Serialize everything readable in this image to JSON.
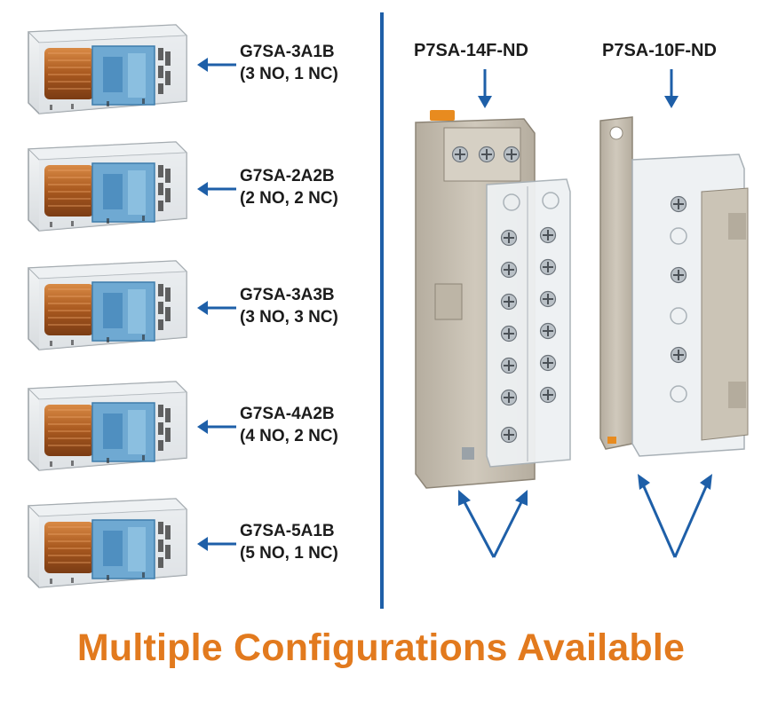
{
  "relays": [
    {
      "model": "G7SA-3A1B",
      "config": "(3 NO, 1 NC)"
    },
    {
      "model": "G7SA-2A2B",
      "config": "(2 NO, 2 NC)"
    },
    {
      "model": "G7SA-3A3B",
      "config": "(3 NO, 3 NC)"
    },
    {
      "model": "G7SA-4A2B",
      "config": "(4 NO, 2 NC)"
    },
    {
      "model": "G7SA-5A1B",
      "config": "(5 NO, 1 NC)"
    }
  ],
  "sockets": [
    {
      "model": "P7SA-14F-ND"
    },
    {
      "model": "P7SA-10F-ND"
    }
  ],
  "footer": {
    "text": "Multiple Configurations Available"
  },
  "colors": {
    "accent_blue": "#1e5fa8",
    "footer_orange": "#e27a1e",
    "socket_gray": "#c9c1b2",
    "coil_copper": "#b36a2c",
    "coil_frame_blue": "#6fa9d2"
  }
}
